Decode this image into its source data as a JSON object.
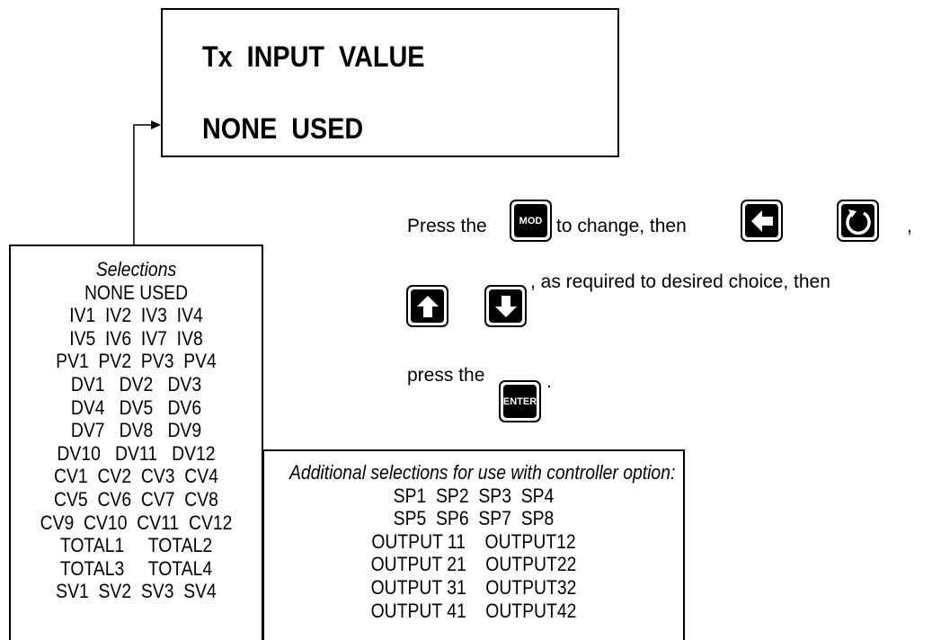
{
  "display": {
    "line1": "Tx  INPUT  VALUE",
    "line2": "NONE  USED"
  },
  "selections": {
    "title": "Selections",
    "items": [
      "NONE USED",
      "IV1  IV2  IV3  IV4",
      "IV5  IV6  IV7  IV8",
      "PV1  PV2  PV3  PV4",
      "DV1   DV2   DV3",
      "DV4   DV5   DV6",
      "DV7   DV8   DV9",
      "DV10   DV11   DV12",
      "CV1  CV2  CV3  CV4",
      "CV5  CV6  CV7  CV8",
      "CV9  CV10  CV11  CV12",
      "TOTAL1     TOTAL2",
      "TOTAL3     TOTAL4",
      "SV1  SV2  SV3  SV4"
    ]
  },
  "additional": {
    "title": "Additional selections for use with controller option:",
    "items": [
      "SP1  SP2  SP3  SP4",
      "SP5  SP6  SP7  SP8",
      "OUTPUT 11    OUTPUT12",
      "OUTPUT 21    OUTPUT22",
      "OUTPUT 31    OUTPUT32",
      "OUTPUT 41    OUTPUT42"
    ]
  },
  "instructions": {
    "press_the": "Press the",
    "to_change_then": "to change, then",
    "comma": ",",
    "as_required": ", as required to desired choice, then",
    "press_the_lower": "press the",
    "period": "."
  },
  "keys": {
    "mod": "MOD",
    "enter": "ENTER",
    "left_icon": "left-arrow-icon",
    "cycle_icon": "cycle-icon",
    "up_icon": "up-arrow-icon",
    "down_icon": "down-arrow-icon"
  }
}
